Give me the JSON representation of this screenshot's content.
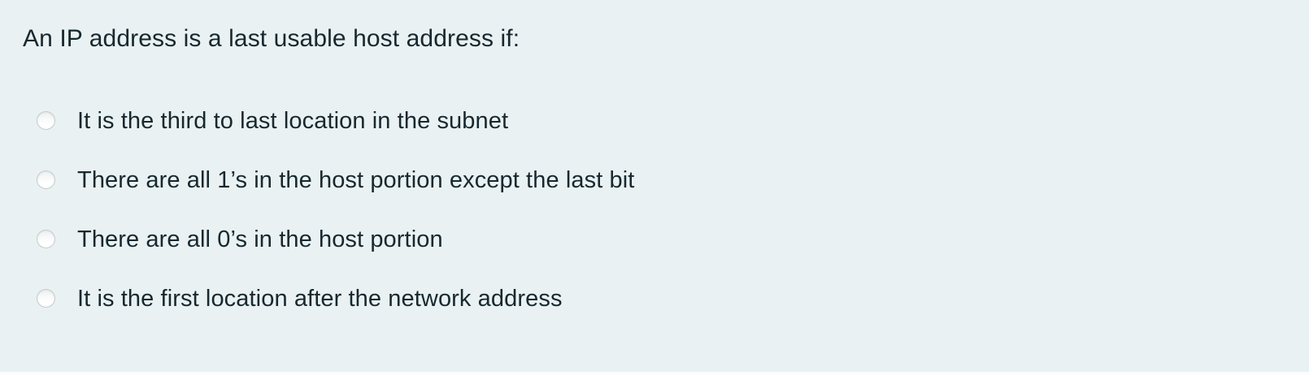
{
  "colors": {
    "background": "#e9f1f3",
    "text": "#17282e",
    "radio_border": "#c5cbcd",
    "radio_fill": "#ffffff"
  },
  "question": {
    "title": "An IP address is a last usable host address if:",
    "options": [
      {
        "label": "It is the third to last location in the subnet",
        "selected": false
      },
      {
        "label": "There are all 1’s in the host portion except the last bit",
        "selected": false
      },
      {
        "label": "There are all 0’s in the host portion",
        "selected": false
      },
      {
        "label": "It is the first location after the network address",
        "selected": false
      }
    ]
  }
}
